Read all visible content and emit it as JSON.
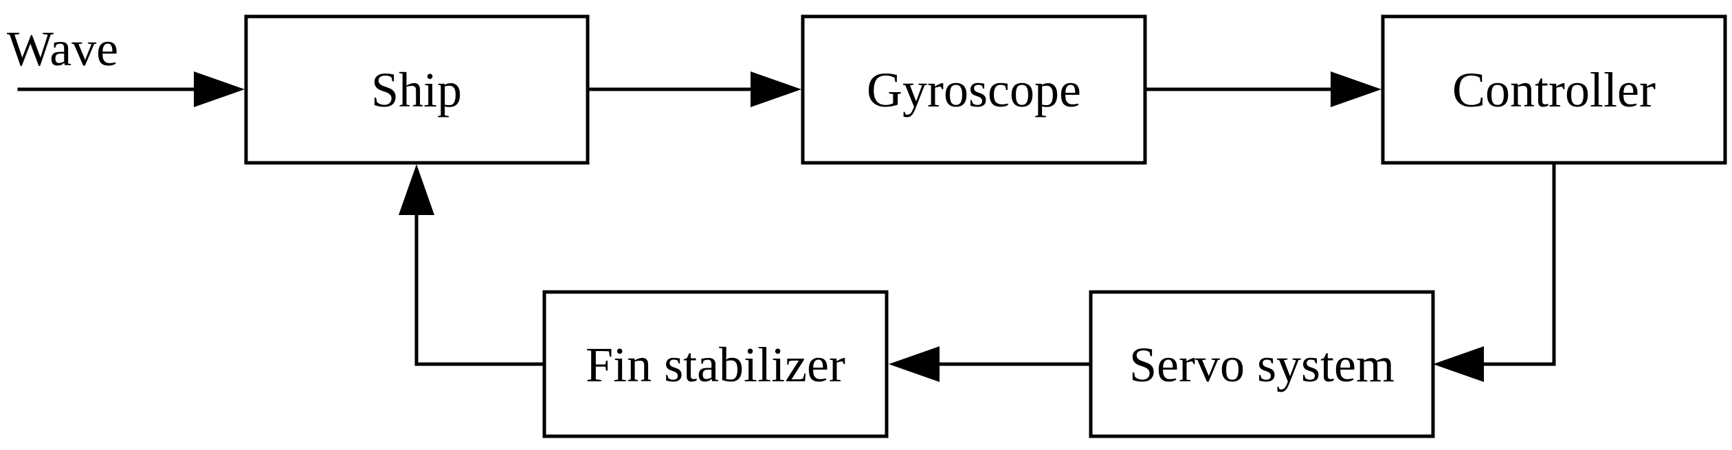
{
  "diagram": {
    "input_label": "Wave",
    "blocks": {
      "ship": "Ship",
      "gyroscope": "Gyroscope",
      "controller": "Controller",
      "servo_system": "Servo system",
      "fin_stabilizer": "Fin stabilizer"
    },
    "colors": {
      "line": "#000000",
      "block_fill": "#ffffff",
      "background": "#ffffff"
    }
  }
}
